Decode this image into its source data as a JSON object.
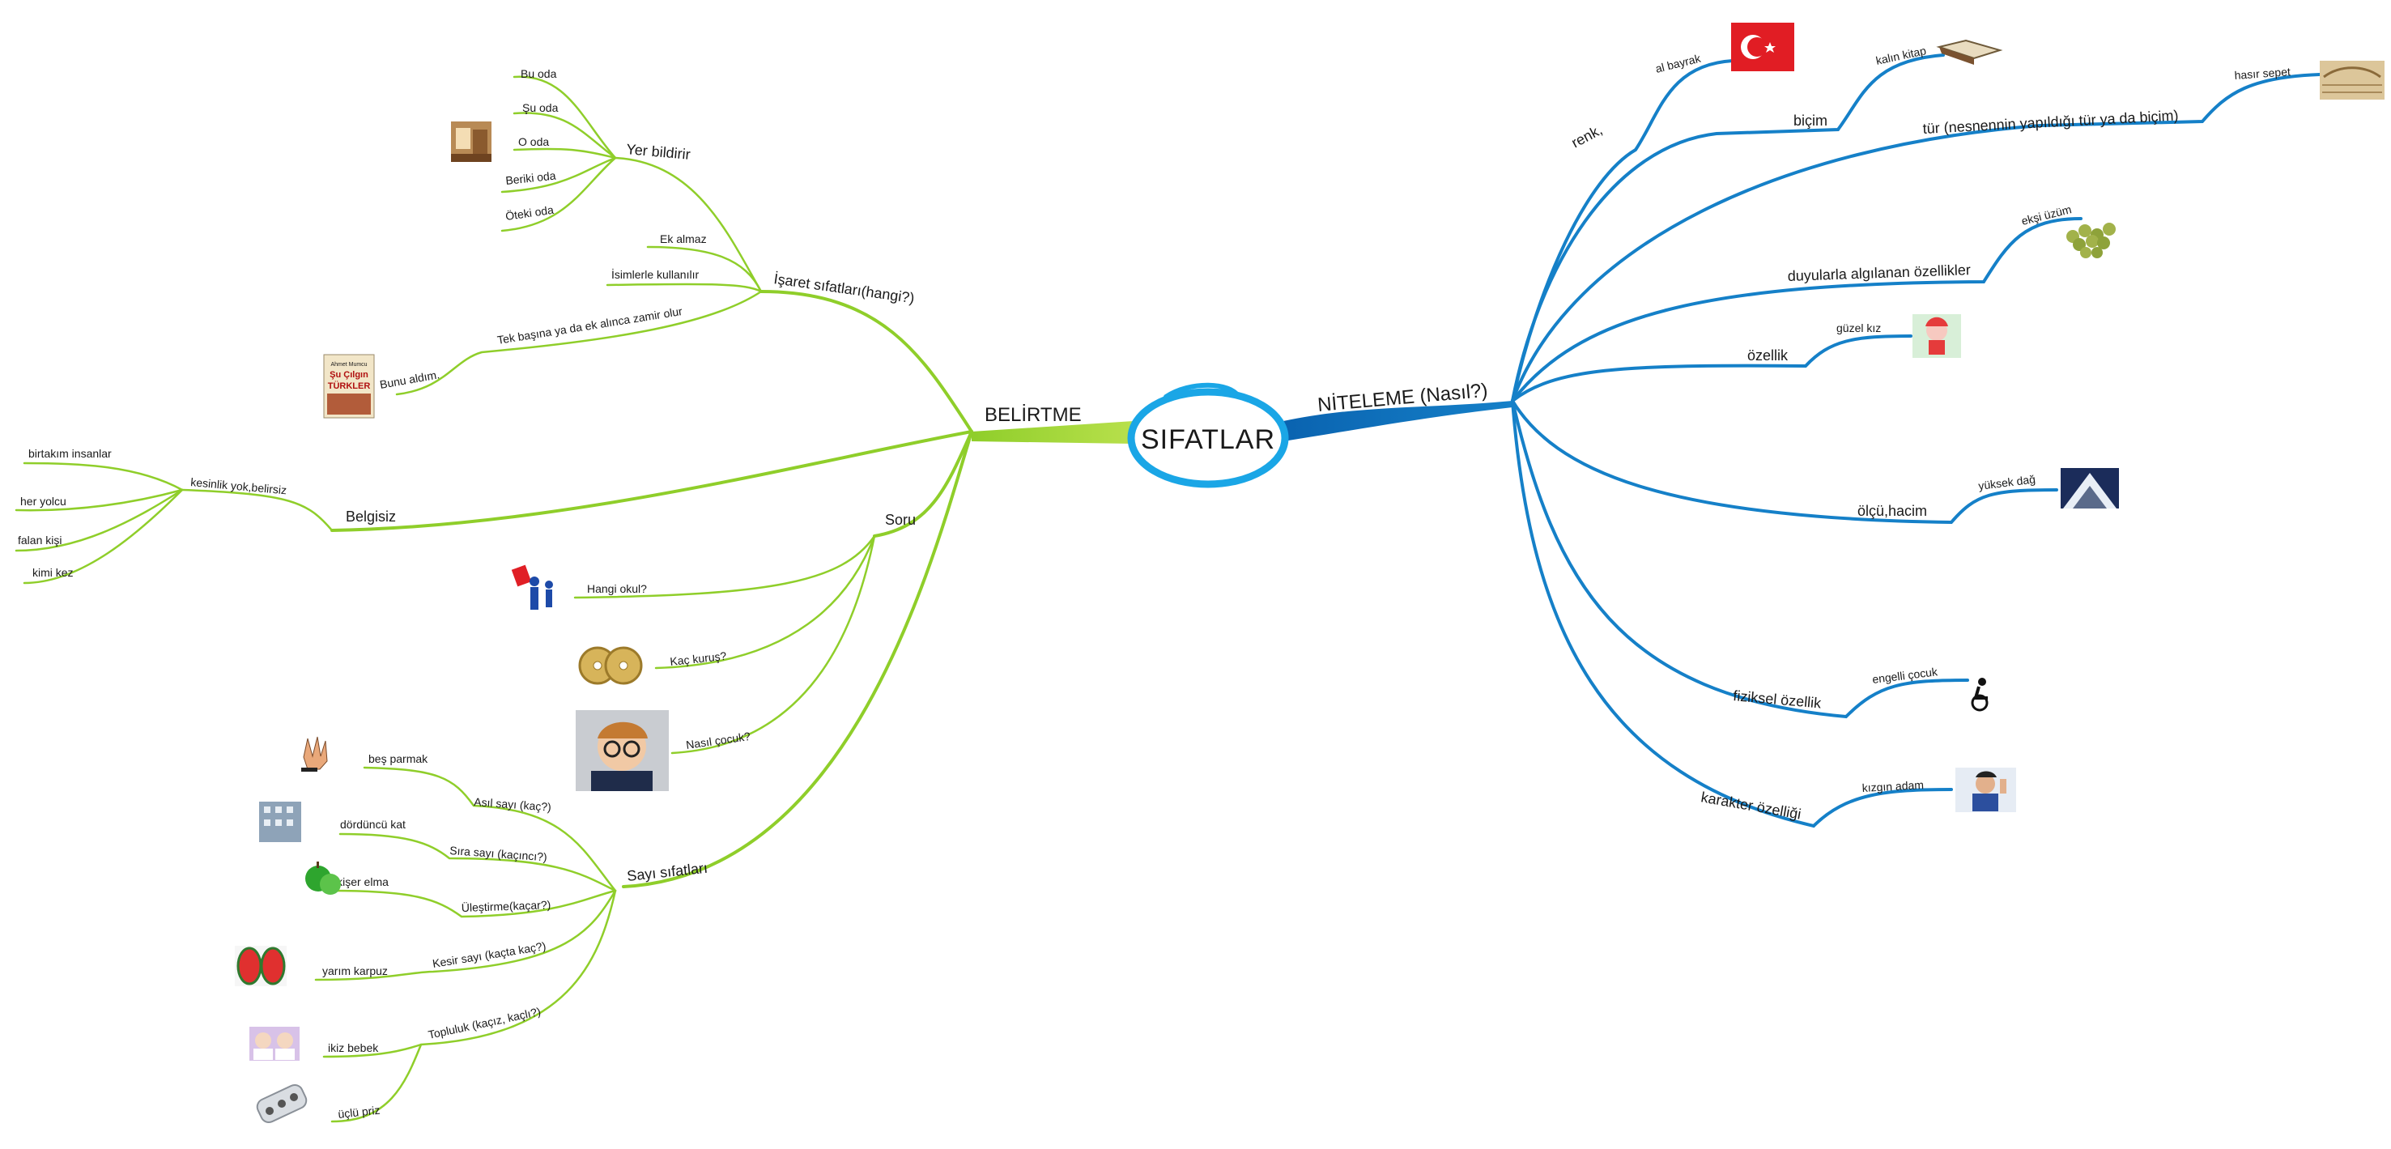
{
  "center": {
    "label": "SIFATLAR"
  },
  "colors": {
    "left_branch": "#8fce2a",
    "right_branch": "#1580c8",
    "center_ring": "#1aa6e6"
  },
  "belirtme": {
    "label": "BELİRTME",
    "isaret": {
      "label": "İşaret sıfatları(hangi?)",
      "yer": {
        "label": "Yer bildirir",
        "items": [
          "Bu oda",
          "Şu oda",
          "O oda",
          "Beriki oda",
          "Öteki oda"
        ]
      },
      "ek_almaz": "Ek almaz",
      "isimlerle": "İsimlerle kullanılır",
      "tek_basina": "Tek başına ya da ek alınca zamir olur",
      "bunu_aldim": "Bunu aldım.",
      "book_title_small": "Ahmet Mumcu",
      "book_title_line1": "Şu Çılgın",
      "book_title_line2": "TÜRKLER"
    },
    "belgisiz": {
      "label": "Belgisiz",
      "kesinlik": "kesinlik yok,belirsiz",
      "items": [
        "birtakım insanlar",
        "her yolcu",
        "falan kişi",
        "kimi kez"
      ]
    },
    "soru": {
      "label": "Soru",
      "items": [
        "Hangi okul?",
        "Kaç kuruş?",
        "Nasıl çocuk?"
      ]
    },
    "sayi": {
      "label": "Sayı sıfatları",
      "groups": [
        {
          "label": "Asıl sayı (kaç?)",
          "example": "beş parmak"
        },
        {
          "label": "Sıra sayı (kaçıncı?)",
          "example": "dördüncü kat"
        },
        {
          "label": "Üleştirme(kaçar?)",
          "example": "ikişer elma"
        },
        {
          "label": "Kesir sayı (kaçta kaç?)",
          "example": "yarım karpuz"
        },
        {
          "label": "Topluluk (kaçız, kaçlı?)",
          "examples": [
            "ikiz bebek",
            "üçlü priz"
          ]
        }
      ]
    }
  },
  "niteleme": {
    "label": "NİTELEME (Nasıl?)",
    "items": [
      {
        "label": "renk,",
        "example": "al bayrak"
      },
      {
        "label": "biçim",
        "example": "kalın kitap"
      },
      {
        "label": "tür (nesnennin yapıldığı tür ya da biçim)",
        "example": "hasır sepet"
      },
      {
        "label": "duyularla algılanan özellikler",
        "example": "ekşi üzüm"
      },
      {
        "label": "özellik",
        "example": "güzel kız"
      },
      {
        "label": "ölçü,hacim",
        "example": "yüksek dağ"
      },
      {
        "label": "fiziksel özellik",
        "example": "engelli çocuk"
      },
      {
        "label": "karakter özelliği",
        "example": "kızgın adam"
      }
    ]
  }
}
